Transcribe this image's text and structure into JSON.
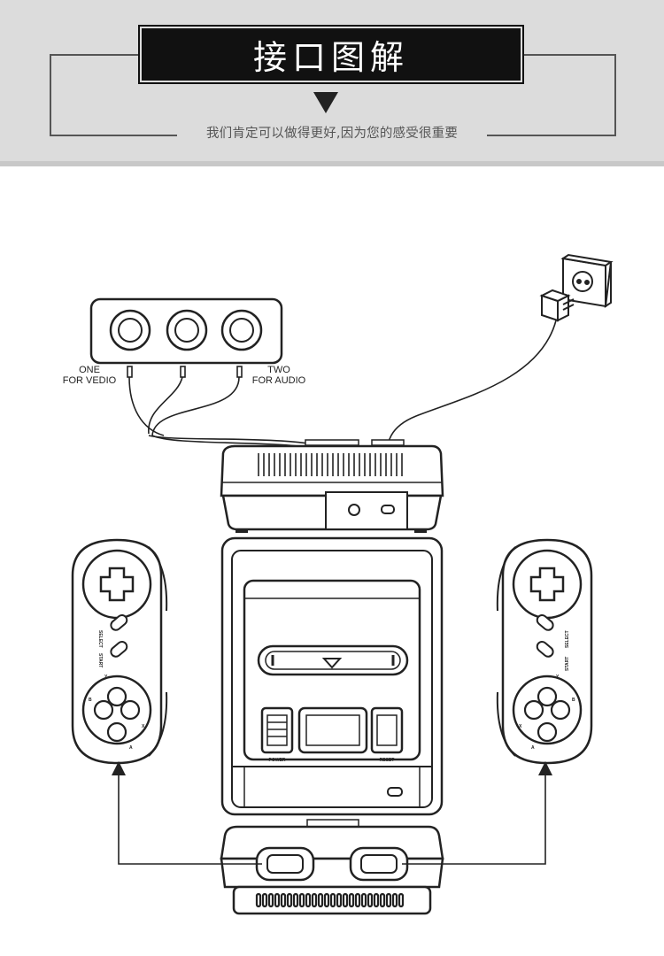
{
  "header": {
    "title": "接口图解",
    "subtitle": "我们肯定可以做得更好,因为您的感受很重要"
  },
  "jack_panel": {
    "label_left_line1": "ONE",
    "label_left_line2": "FOR VEDIO",
    "label_right_line1": "TWO",
    "label_right_line2": "FOR AUDIO"
  },
  "controller_left": {
    "select": "SELECT",
    "start": "START",
    "buttons": [
      "Y",
      "X",
      "B",
      "A"
    ]
  },
  "controller_right": {
    "select": "SELECT",
    "start": "START",
    "buttons": [
      "Y",
      "X",
      "B",
      "A"
    ]
  },
  "console_top": {
    "power": "POWER",
    "reset": "RESET"
  },
  "colors": {
    "header_bg": "#dcdcdc",
    "title_bg": "#111111",
    "line": "#222222"
  }
}
